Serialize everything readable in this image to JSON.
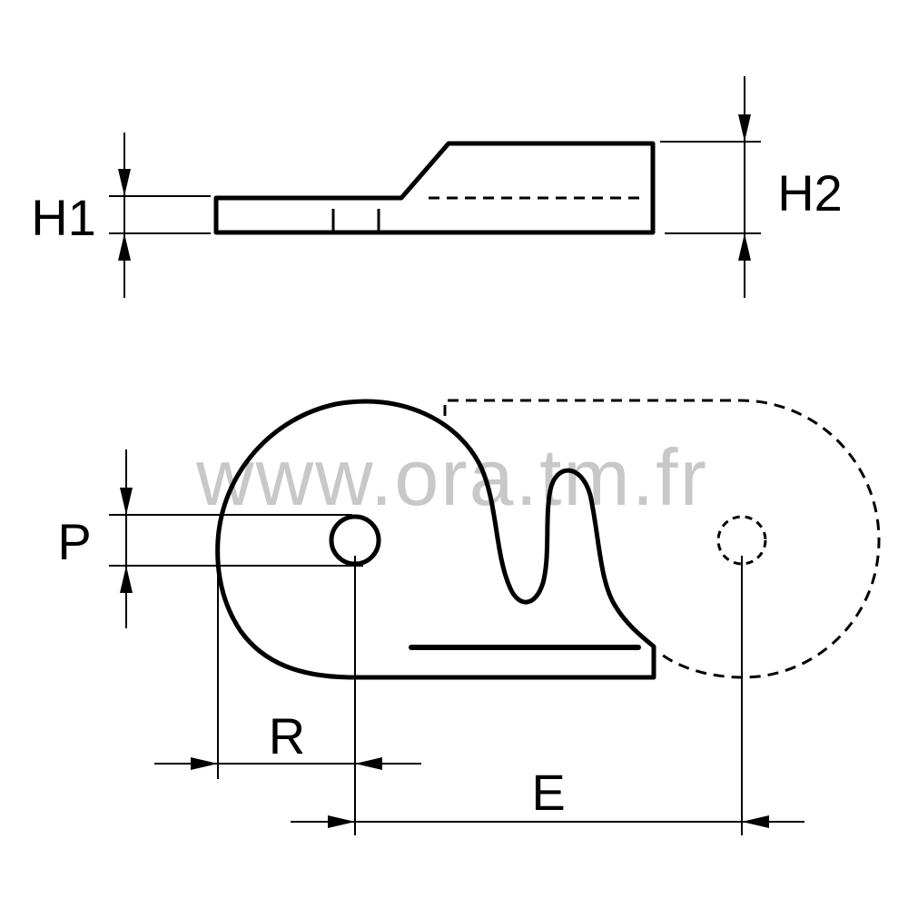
{
  "watermark": "www.ora.tm.fr",
  "dimensions": {
    "h1": "H1",
    "h2": "H2",
    "p": "P",
    "r": "R",
    "e": "E"
  },
  "colors": {
    "line": "#000000",
    "watermark": "#c8c8c8",
    "background": "#ffffff"
  }
}
